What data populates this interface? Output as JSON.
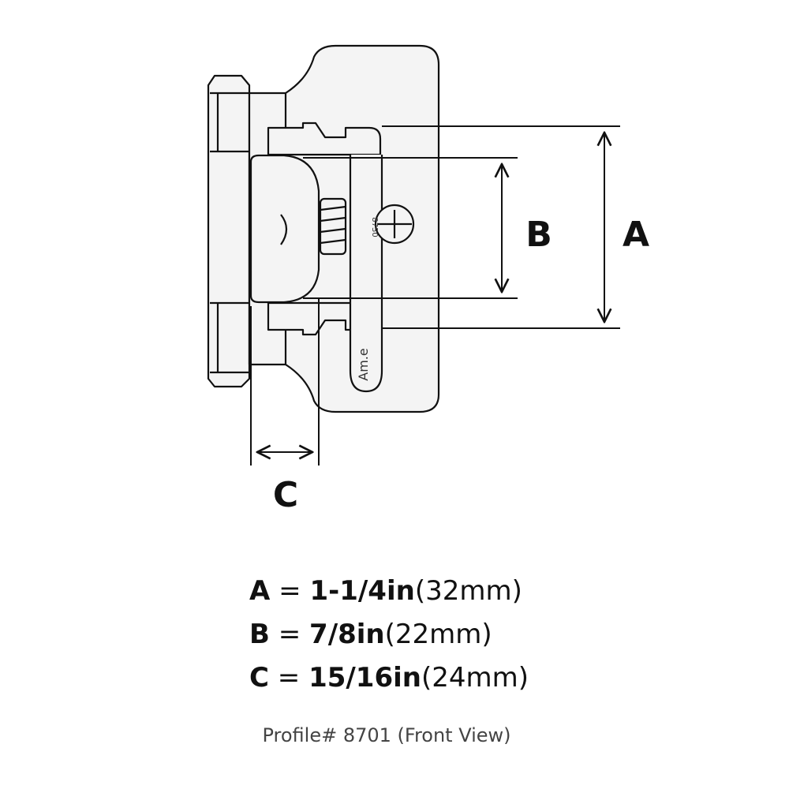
{
  "diagram": {
    "labels": {
      "a": "A",
      "b": "B",
      "c": "C"
    },
    "hinge_marking": {
      "logo": "Am.e",
      "part_number": "8730"
    }
  },
  "specs": [
    {
      "letter": "A",
      "eq": " = ",
      "imperial": "1-1/4in",
      "metric": "(32mm)"
    },
    {
      "letter": "B",
      "eq": " = ",
      "imperial": "7/8in",
      "metric": "(22mm)"
    },
    {
      "letter": "C",
      "eq": " = ",
      "imperial": "15/16in",
      "metric": "(24mm)"
    }
  ],
  "caption": "Profile# 8701 (Front View)",
  "colors": {
    "line": "#111111",
    "fill": "#f4f4f4",
    "caption": "#444444"
  }
}
